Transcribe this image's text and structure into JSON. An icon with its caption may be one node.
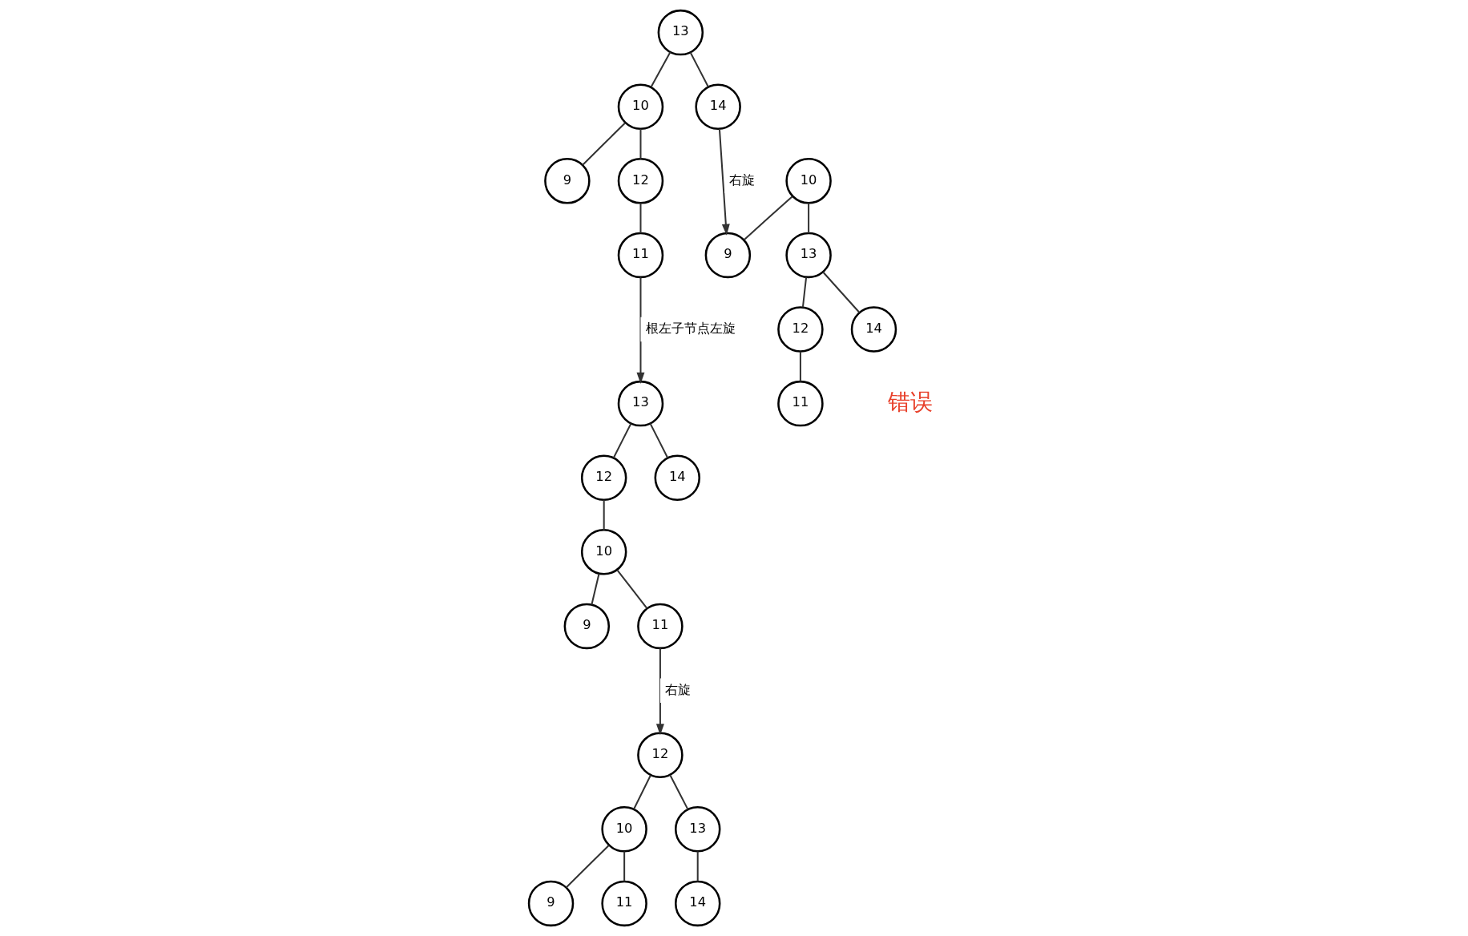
{
  "diagram": {
    "nodes": [
      {
        "text": [
          "13"
        ]
      },
      {
        "text": [
          "10"
        ]
      },
      {
        "text": [
          "14"
        ]
      },
      {
        "text": [
          "9"
        ]
      },
      {
        "text": [
          "12"
        ]
      },
      {
        "text": [
          "11"
        ]
      },
      {
        "text": [
          "10"
        ]
      },
      {
        "text": [
          "9"
        ]
      },
      {
        "text": [
          "13"
        ]
      },
      {
        "text": [
          "12"
        ]
      },
      {
        "text": [
          "14"
        ]
      },
      {
        "text": [
          "11"
        ]
      },
      {
        "text": [
          "13"
        ]
      },
      {
        "text": [
          "12"
        ]
      },
      {
        "text": [
          "14"
        ]
      },
      {
        "text": [
          "10"
        ]
      },
      {
        "text": [
          "9"
        ]
      },
      {
        "text": [
          "11"
        ]
      },
      {
        "text": [
          "12"
        ]
      },
      {
        "text": [
          "10"
        ]
      },
      {
        "text": [
          "13"
        ]
      },
      {
        "text": [
          "9"
        ]
      },
      {
        "text": [
          "11"
        ]
      },
      {
        "text": [
          "14"
        ]
      }
    ],
    "edges": [
      {
        "from": 0,
        "to": 1,
        "arrow": "none"
      },
      {
        "from": 0,
        "to": 2,
        "arrow": "none"
      },
      {
        "from": 1,
        "to": 3,
        "arrow": "none"
      },
      {
        "from": 1,
        "to": 4,
        "arrow": "none"
      },
      {
        "from": 4,
        "to": 5,
        "arrow": "none"
      },
      {
        "from": 6,
        "to": 7,
        "arrow": "none"
      },
      {
        "from": 6,
        "to": 8,
        "arrow": "none"
      },
      {
        "from": 8,
        "to": 9,
        "arrow": "none"
      },
      {
        "from": 8,
        "to": 10,
        "arrow": "none"
      },
      {
        "from": 9,
        "to": 11,
        "arrow": "none"
      },
      {
        "from": 12,
        "to": 13,
        "arrow": "none"
      },
      {
        "from": 12,
        "to": 14,
        "arrow": "none"
      },
      {
        "from": 13,
        "to": 15,
        "arrow": "none"
      },
      {
        "from": 15,
        "to": 16,
        "arrow": "none"
      },
      {
        "from": 15,
        "to": 17,
        "arrow": "none"
      },
      {
        "from": 18,
        "to": 19,
        "arrow": "none"
      },
      {
        "from": 18,
        "to": 20,
        "arrow": "none"
      },
      {
        "from": 19,
        "to": 21,
        "arrow": "none"
      },
      {
        "from": 19,
        "to": 22,
        "arrow": "none"
      },
      {
        "from": 20,
        "to": 23,
        "arrow": "none"
      },
      {
        "from": 2,
        "to": 7,
        "arrow": "to",
        "label": "右旋"
      },
      {
        "from": 5,
        "to": 12,
        "arrow": "to",
        "label": "根左子节点左旋"
      },
      {
        "from": 17,
        "to": 18,
        "arrow": "to",
        "label": "右旋"
      }
    ],
    "labels": [
      "错误"
    ]
  }
}
